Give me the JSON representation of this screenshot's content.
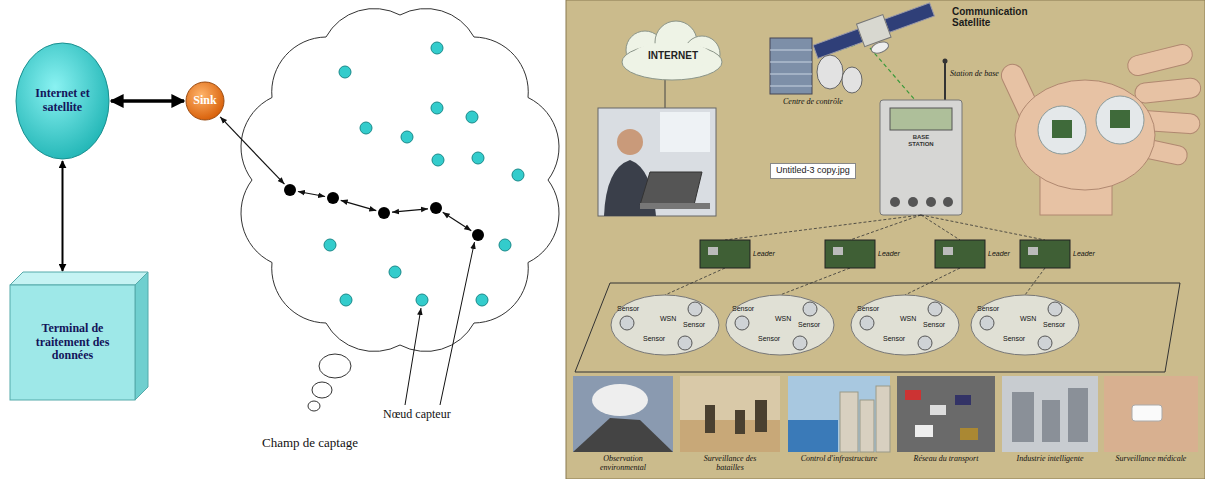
{
  "diagram": {
    "nodes": [
      {
        "text": [
          "Internet et satellite"
        ]
      },
      {
        "text": [
          "Terminal de traitement des données"
        ]
      },
      {
        "text": [
          "Sink"
        ]
      }
    ],
    "edges": [
      {
        "from": 0,
        "to": 2,
        "arrow": "both"
      },
      {
        "from": 0,
        "to": 1,
        "arrow": "both"
      }
    ],
    "labels": [
      "Nœud capteur",
      "Champ de captage",
      "Communication Satellite",
      "INTERNET",
      "Centre de contrôle",
      "Station de base",
      "BASE STATION",
      "Untitled-3 copy.jpg",
      "Leader",
      "Leader",
      "Leader",
      "Leader",
      "Sensor",
      "WSN",
      "Sensor",
      "Sensor",
      "Sensor",
      "WSN",
      "Sensor",
      "Sensor",
      "Sensor",
      "WSN",
      "Sensor",
      "Sensor",
      "Sensor",
      "WSN",
      "Sensor",
      "Sensor",
      "Observation environmental",
      "Surveillance des batailles",
      "Control d'infrastructure",
      "Réseau du transport",
      "Industrie intelligente",
      "Surveillance médicale"
    ]
  }
}
